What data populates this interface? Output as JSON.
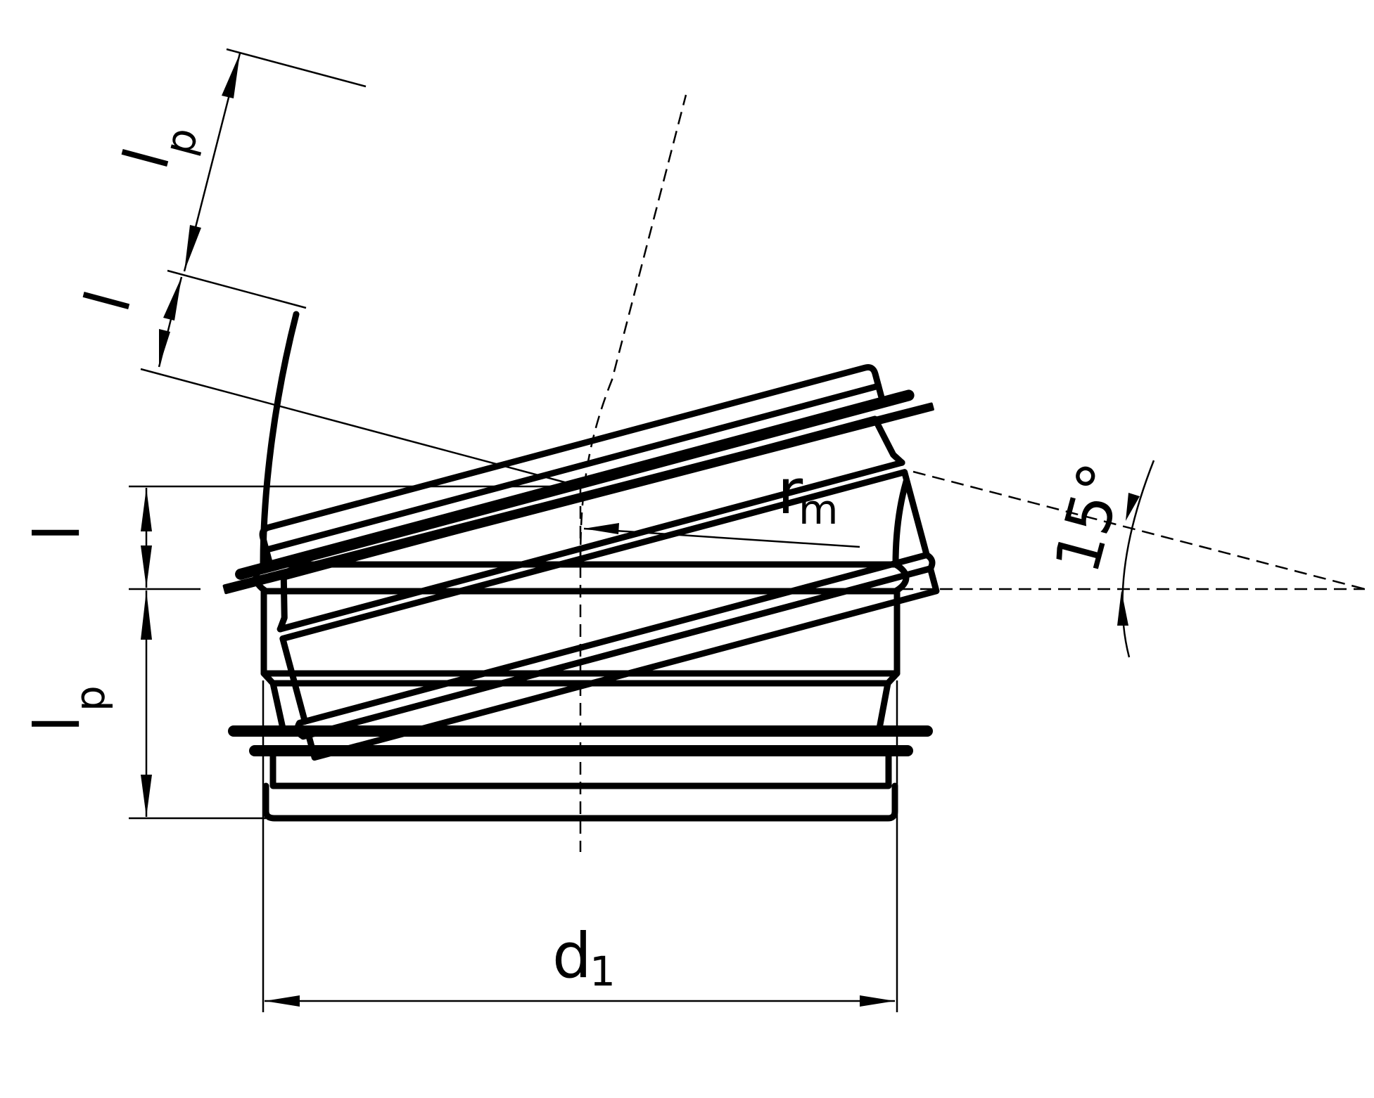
{
  "labels": {
    "l_top": "l",
    "lp_top_main": "l",
    "lp_top_sub": "p",
    "l_left": "l",
    "lp_left_main": "l",
    "lp_left_sub": "p",
    "rm_main": "r",
    "rm_sub": "m",
    "angle": "15°",
    "d1_main": "d",
    "d1_sub": "1"
  }
}
